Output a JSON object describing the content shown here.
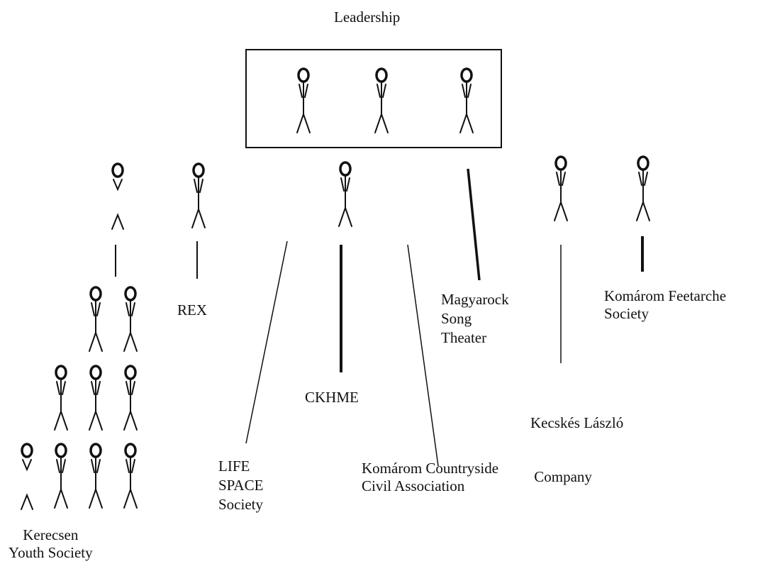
{
  "title": "Leadership",
  "groups": {
    "kerecsen": {
      "lines": [
        "Kerecsen",
        "Youth Society"
      ]
    },
    "rex": {
      "lines": [
        "REX"
      ]
    },
    "life": {
      "lines": [
        "LIFE",
        "SPACE",
        "Society"
      ]
    },
    "ckhme": {
      "lines": [
        "CKHME"
      ]
    },
    "countryside": {
      "lines": [
        "Komárom Countryside",
        "Civil Association"
      ]
    },
    "magyarock": {
      "lines": [
        "Magyarock",
        "Song",
        "Theater"
      ]
    },
    "kecskes": {
      "lines": [
        "Kecskés László",
        " Company"
      ]
    },
    "feetarche": {
      "lines": [
        "Komárom Feetarche",
        "Society"
      ]
    }
  },
  "colors": {
    "ink": "#111111",
    "background": "#ffffff"
  }
}
